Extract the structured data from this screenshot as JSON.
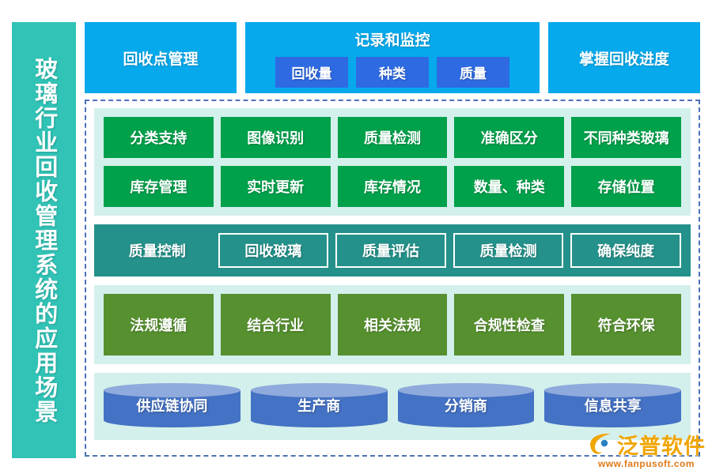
{
  "sidebar": {
    "title": "玻璃行业回收管理系统的应用场景",
    "color": "#31c3b6"
  },
  "header": {
    "left_card": "回收点管理",
    "middle": {
      "title": "记录和监控",
      "chips": [
        "回收量",
        "种类",
        "质量"
      ],
      "chip_color": "#2e6ae2"
    },
    "right_card": "掌握回收进度",
    "card_color": "#06a9ec"
  },
  "sections": {
    "classification": {
      "band_color": "#d4f0ec",
      "box_color": "#00a14b",
      "row1": [
        "分类支持",
        "图像识别",
        "质量检测",
        "准确区分",
        "不同种类玻璃"
      ],
      "row2": [
        "库存管理",
        "实时更新",
        "库存情况",
        "数量、种类",
        "存储位置"
      ]
    },
    "quality": {
      "band_color": "#24918a",
      "label": "质量控制",
      "items": [
        "回收玻璃",
        "质量评估",
        "质量检测",
        "确保纯度"
      ]
    },
    "regulation": {
      "band_color": "#d4f0ec",
      "box_color": "#56902f",
      "items": [
        "法规遵循",
        "结合行业",
        "相关法规",
        "合规性检查",
        "符合环保"
      ]
    },
    "supplychain": {
      "band_color": "#d4f0ec",
      "cylinder_body_color": "#4472c4",
      "cylinder_top_color": "#8faadc",
      "items": [
        "供应链协同",
        "生产商",
        "分销商",
        "信息共享"
      ]
    }
  },
  "logo": {
    "name": "泛普软件",
    "url": "www.fanpusoft.com"
  }
}
